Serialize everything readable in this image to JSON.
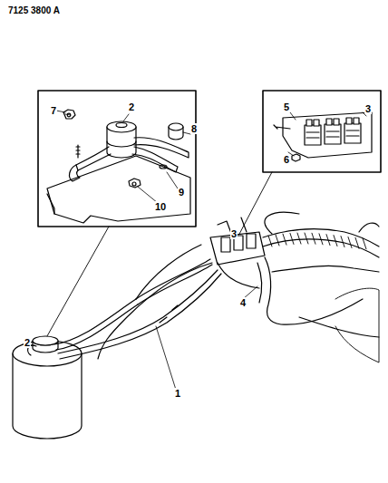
{
  "diagram": {
    "labels": [
      "7125 3800 A",
      "7",
      "2",
      "5",
      "3",
      "8",
      "6",
      "9",
      "10",
      "3",
      "4",
      "2",
      "1"
    ]
  }
}
